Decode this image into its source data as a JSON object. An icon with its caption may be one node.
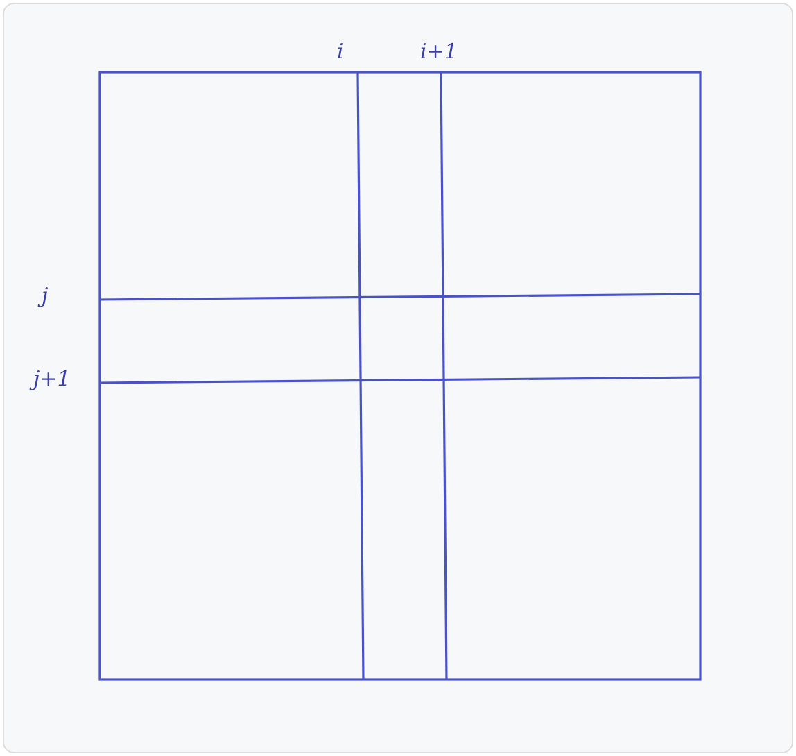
{
  "diagram": {
    "labels": [
      "i",
      "i+1",
      "j",
      "j+1"
    ]
  }
}
